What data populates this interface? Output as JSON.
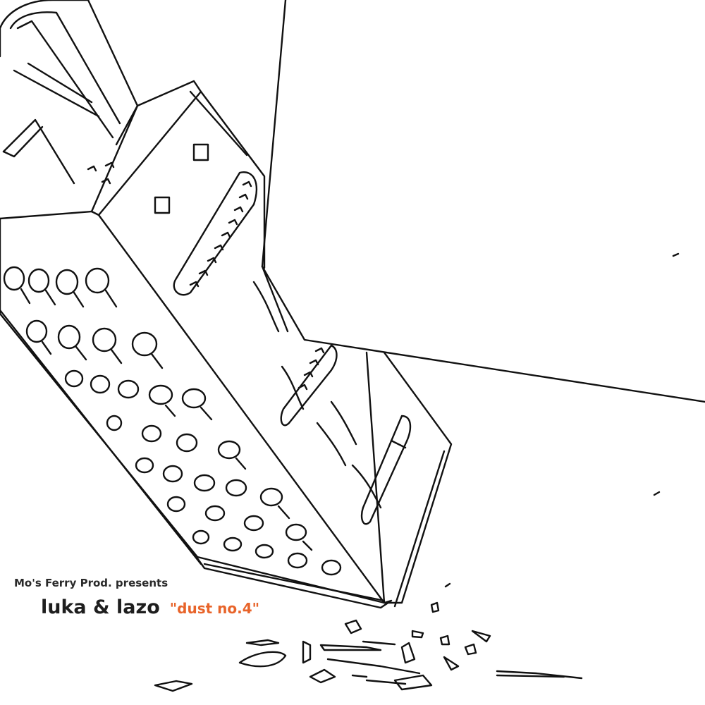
{
  "cover": {
    "presenter": "Mo's Ferry Prod. presents",
    "artist": "luka & lazo",
    "release": "\"dust no.4\""
  },
  "colors": {
    "background": "#ffffff",
    "ink": "#111111",
    "accent": "#e8642a"
  },
  "illustration": {
    "subject": "box-grater-grating-block-icon"
  }
}
